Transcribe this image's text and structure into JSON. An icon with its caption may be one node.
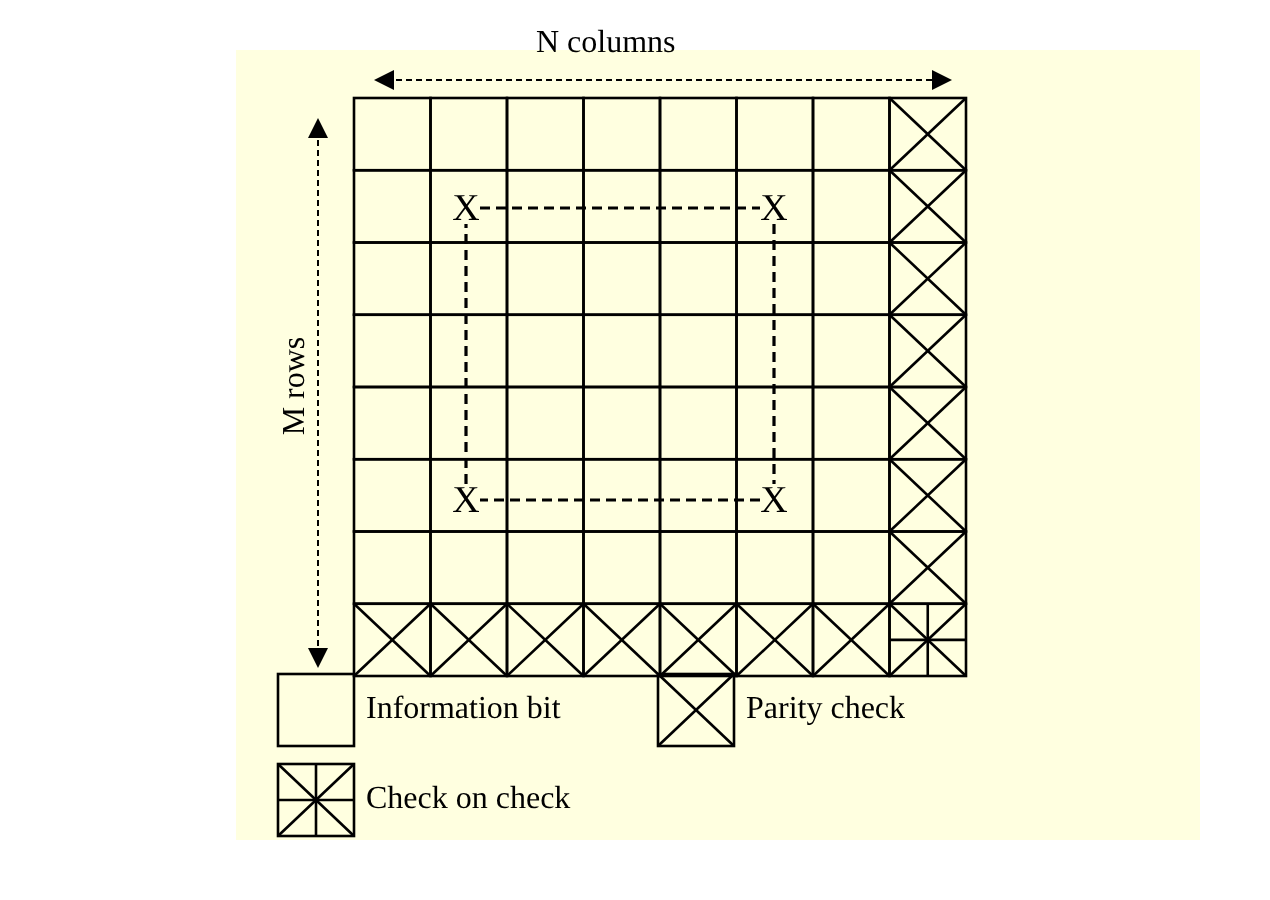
{
  "diagram": {
    "nodes": [
      {
        "text": [
          "X"
        ]
      },
      {
        "text": [
          "X"
        ]
      },
      {
        "text": [
          "X"
        ]
      },
      {
        "text": [
          "X"
        ]
      }
    ],
    "edges": [
      {
        "from": 0,
        "to": 1,
        "arrow": "none",
        "style": "dashed"
      },
      {
        "from": 1,
        "to": 3,
        "arrow": "none",
        "style": "dashed"
      },
      {
        "from": 3,
        "to": 2,
        "arrow": "none",
        "style": "dashed"
      },
      {
        "from": 2,
        "to": 0,
        "arrow": "none",
        "style": "dashed"
      }
    ],
    "labels": [
      "N columns",
      "M rows"
    ],
    "legend": [
      {
        "text": "Information bit"
      },
      {
        "text": "Parity check"
      },
      {
        "text": "Check on check"
      }
    ]
  }
}
